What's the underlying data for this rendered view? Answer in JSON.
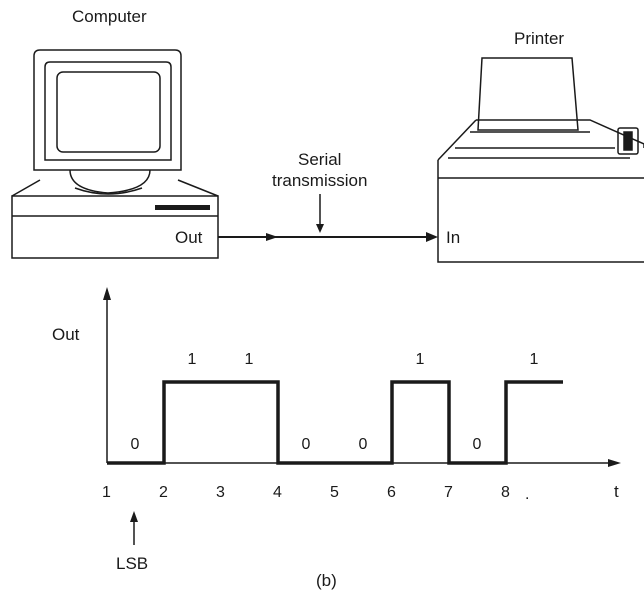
{
  "labels": {
    "computer": "Computer",
    "printer": "Printer",
    "serial_line1": "Serial",
    "serial_line2": "transmission",
    "out_port": "Out",
    "in_port": "In",
    "y_axis": "Out",
    "x_axis": "t",
    "lsb": "LSB",
    "caption": "(b)"
  },
  "timing": {
    "tick_labels": [
      "1",
      "2",
      "3",
      "4",
      "5",
      "6",
      "7",
      "8",
      "."
    ],
    "bits": [
      {
        "label": "0",
        "level": 0
      },
      {
        "label": "1",
        "level": 1
      },
      {
        "label": "1",
        "level": 1
      },
      {
        "label": "0",
        "level": 0
      },
      {
        "label": "0",
        "level": 0
      },
      {
        "label": "1",
        "level": 1
      },
      {
        "label": "0",
        "level": 0
      },
      {
        "label": "1",
        "level": 1
      }
    ]
  },
  "colors": {
    "ink": "#1a1a1a",
    "background": "#ffffff"
  }
}
